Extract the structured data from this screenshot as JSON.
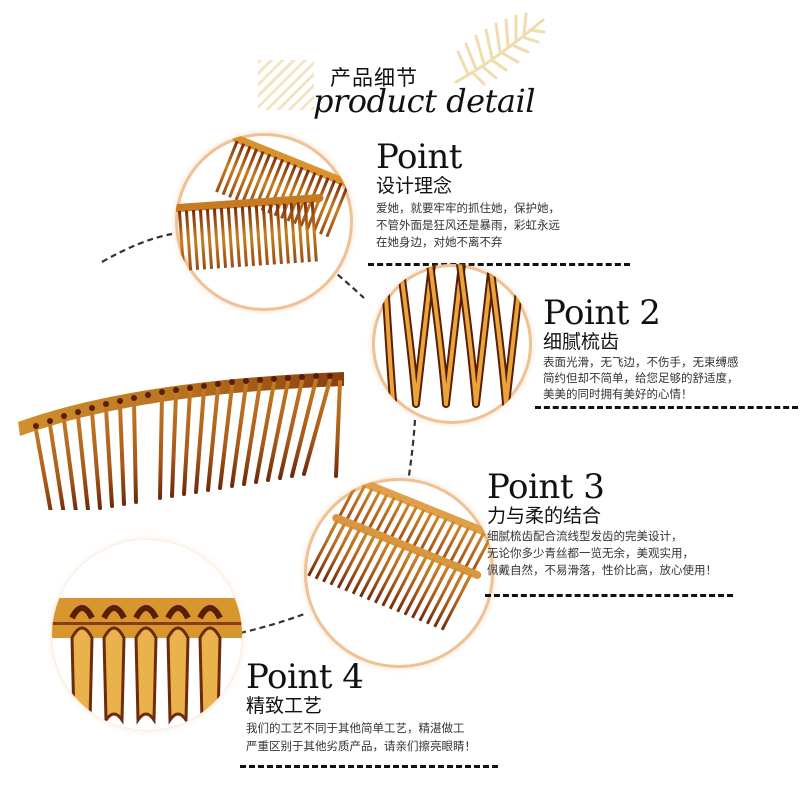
{
  "header": {
    "title_cn": "产品细节",
    "title_en": "product detail"
  },
  "points": [
    {
      "heading": "Point",
      "subtitle": "设计理念",
      "lines": [
        "爱她，就要牢牢的抓住她，保护她，",
        "不管外面是狂风还是暴雨，彩虹永远",
        "在她身边，对她不离不弃"
      ]
    },
    {
      "heading": "Point 2",
      "subtitle": "细腻梳齿",
      "lines": [
        "表面光滑，无飞边，不伤手，无束缚感",
        "简约但却不简单，给您足够的舒适度，",
        "美美的同时拥有美好的心情！"
      ]
    },
    {
      "heading": "Point 3",
      "subtitle": "力与柔的结合",
      "lines": [
        "细腻梳齿配合流线型发齿的完美设计，",
        "无论你多少青丝都一览无余，美观实用，",
        "佩戴自然，不易滑落，性价比高，放心使用！"
      ]
    },
    {
      "heading": "Point 4",
      "subtitle": "精致工艺",
      "lines": [
        "我们的工艺不同于其他简单工艺，精湛做工",
        "严重区别于其他劣质产品，请亲们擦亮眼睛！"
      ]
    }
  ],
  "images": [
    {
      "icon": "two-combs-overlapping-image"
    },
    {
      "icon": "comb-teeth-closeup-image"
    },
    {
      "icon": "large-comb-image"
    },
    {
      "icon": "two-combs-stacked-image"
    },
    {
      "icon": "comb-spine-closeup-image"
    }
  ],
  "colors": {
    "amber": "#c9801e",
    "dark_brown": "#5a1e08",
    "circle_border": "#e6a05a",
    "deco_gold": "#f2e2bd"
  }
}
